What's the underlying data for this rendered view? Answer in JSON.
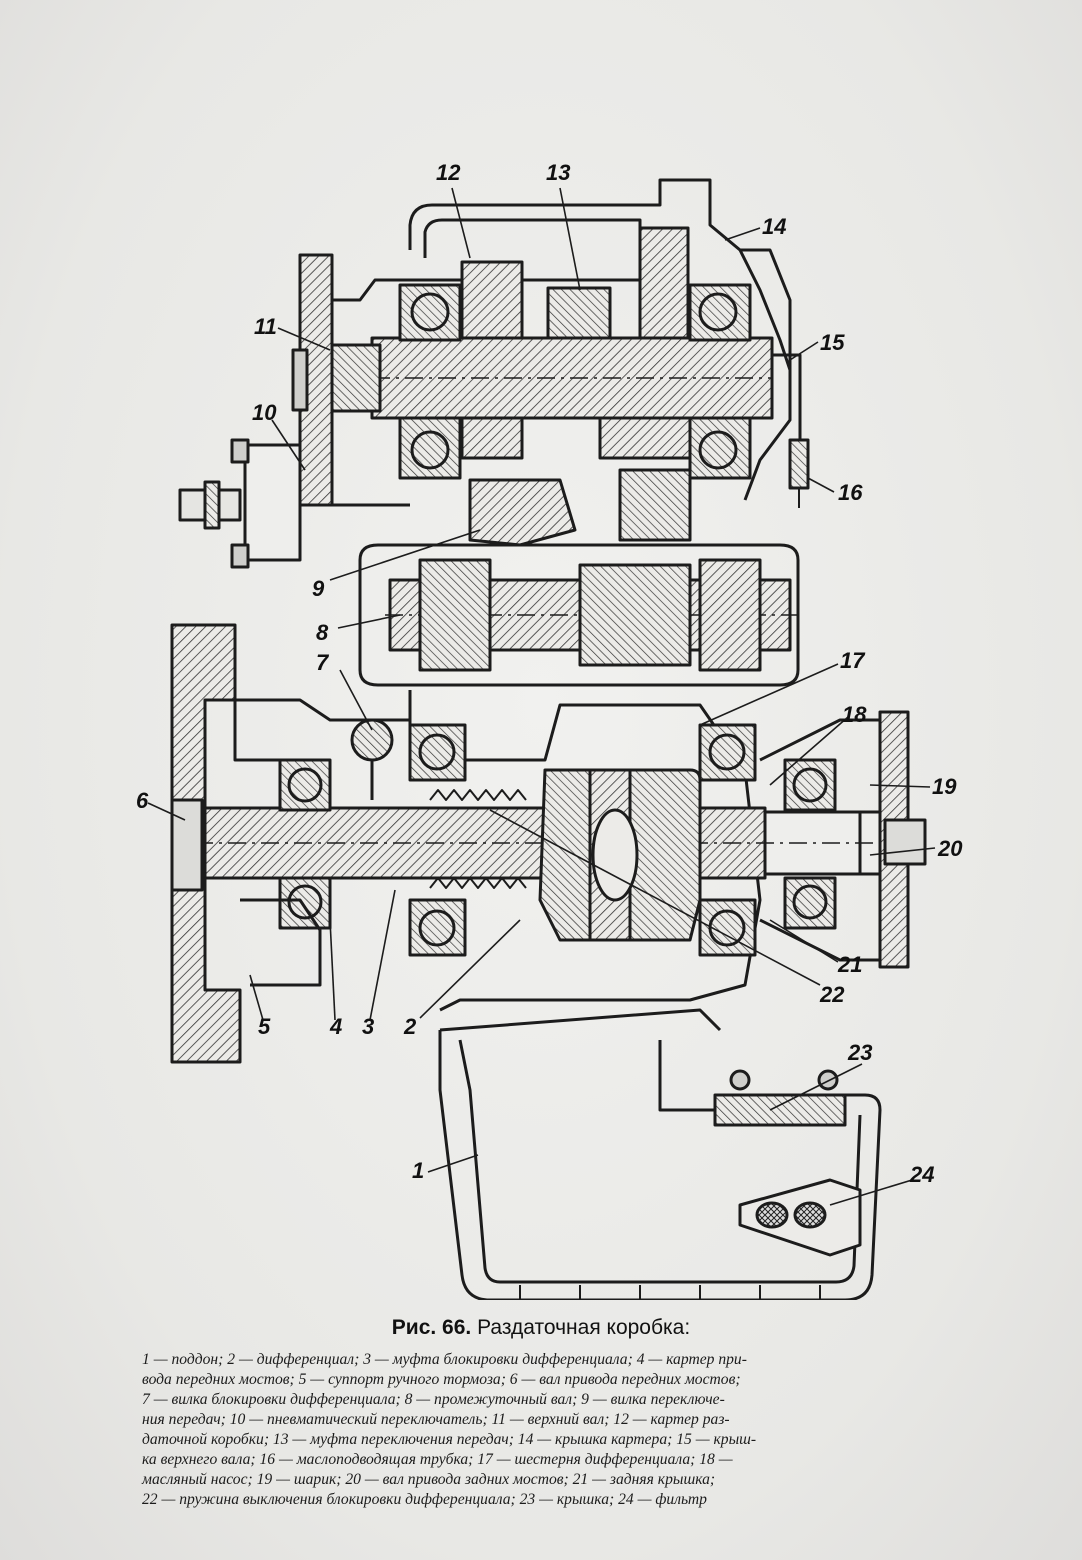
{
  "figure": {
    "number_label": "Рис. 66.",
    "title": "Раздаточная коробка:"
  },
  "callouts": {
    "c1": "1",
    "c2": "2",
    "c3": "3",
    "c4": "4",
    "c5": "5",
    "c6": "6",
    "c7": "7",
    "c8": "8",
    "c9": "9",
    "c10": "10",
    "c11": "11",
    "c12": "12",
    "c13": "13",
    "c14": "14",
    "c15": "15",
    "c16": "16",
    "c17": "17",
    "c18": "18",
    "c19": "19",
    "c20": "20",
    "c21": "21",
    "c22": "22",
    "c23": "23",
    "c24": "24"
  },
  "legend_lines": [
    "1 — поддон; 2 — дифференциал; 3 — муфта блокировки дифференциала; 4 — картер при-",
    "вода передних мостов; 5 — суппорт ручного тормоза; 6 — вал привода передних мостов;",
    "7 — вилка блокировки дифференциала; 8 — промежуточный вал; 9 — вилка переключе-",
    "ния передач; 10 — пневматический переключатель; 11 — верхний вал; 12 — картер раз-",
    "даточной коробки; 13 — муфта переключения передач; 14 — крышка картера; 15 — крыш-",
    "ка верхнего вала; 16 — маслоподводящая трубка; 17 — шестерня дифференциала; 18 —",
    "масляный насос; 19 — шарик; 20 — вал привода задних мостов; 21 — задняя крышка;",
    "22 — пружина выключения блокировки дифференциала; 23 — крышка; 24 — фильтр"
  ]
}
